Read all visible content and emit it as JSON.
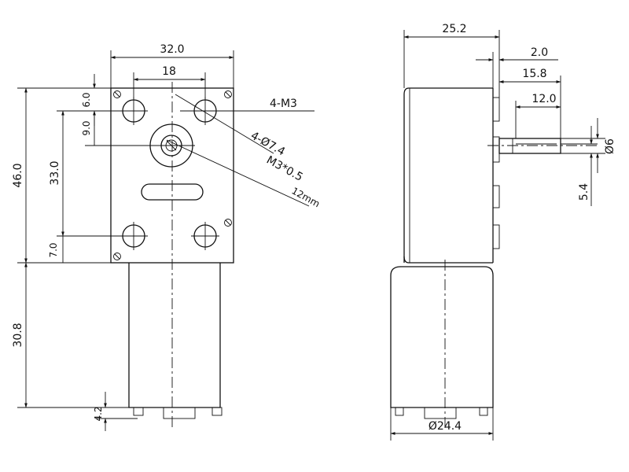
{
  "front_view": {
    "dims": {
      "width_total": "32.0",
      "hole_spacing_x": "18",
      "height_total": "46.0",
      "top_hole_offset": "6.0",
      "shaft_offset": "9.0",
      "hole_spacing_y": "33.0",
      "bottom_hole_offset": "7.0",
      "motor_length": "30.8",
      "terminal_length": "4.2"
    },
    "callouts": {
      "mount_screws": "4-M3",
      "hole_diameter": "4-Ø7.4",
      "shaft_thread": "M3*0.5",
      "thread_depth": "12mm"
    }
  },
  "side_view": {
    "dims": {
      "overall_depth": "25.2",
      "boss_height": "2.0",
      "face_to_shaft": "15.8",
      "shaft_length": "12.0",
      "shaft_diameter": "Ø6",
      "flat_dimension": "5.4",
      "motor_diameter": "Ø24.4"
    }
  }
}
